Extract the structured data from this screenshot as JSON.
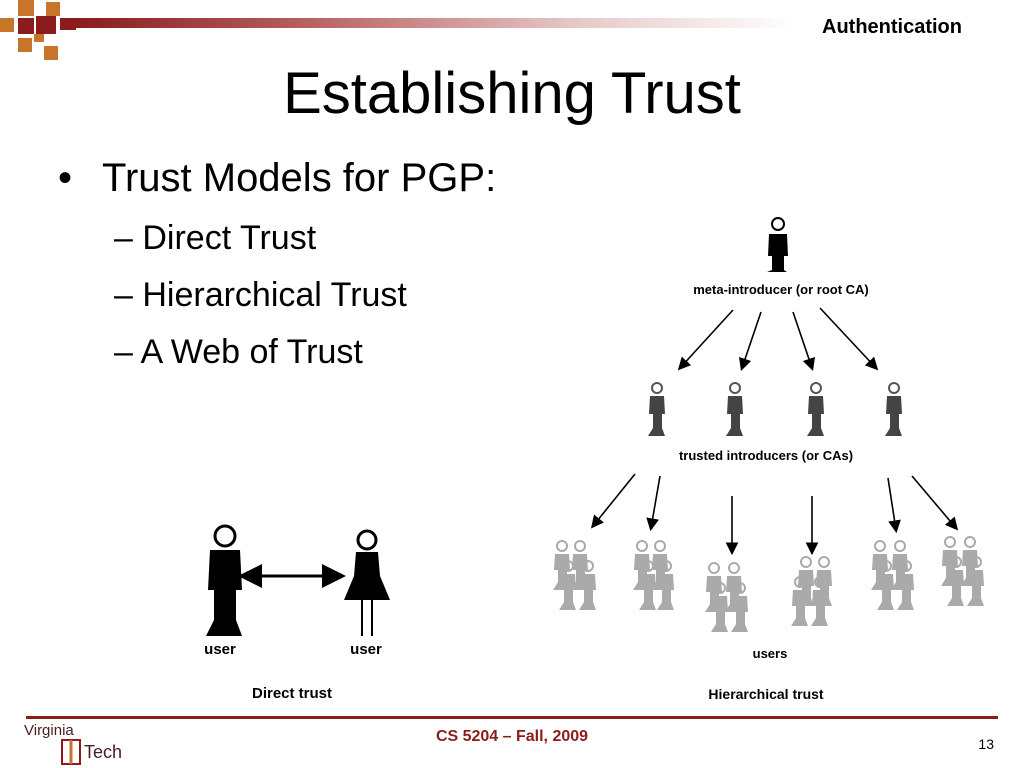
{
  "header": {
    "section": "Authentication"
  },
  "title": "Establishing Trust",
  "bullets": {
    "main": "Trust Models for PGP:",
    "bullet_symbol": "•",
    "subitems": [
      "– Direct Trust",
      "– Hierarchical Trust",
      "– A Web of Trust"
    ]
  },
  "direct_diagram": {
    "left_label": "user",
    "right_label": "user",
    "caption": "Direct trust"
  },
  "hierarchical_diagram": {
    "root_label": "meta-introducer (or root CA)",
    "middle_label": "trusted introducers (or CAs)",
    "bottom_label": "users",
    "caption": "Hierarchical trust"
  },
  "footer": {
    "course": "CS 5204 – Fall, 2009",
    "page": "13",
    "logo_line1": "Virginia",
    "logo_line2": "Tech"
  },
  "colors": {
    "maroon": "#8a1c1c",
    "orange": "#c8742a"
  }
}
